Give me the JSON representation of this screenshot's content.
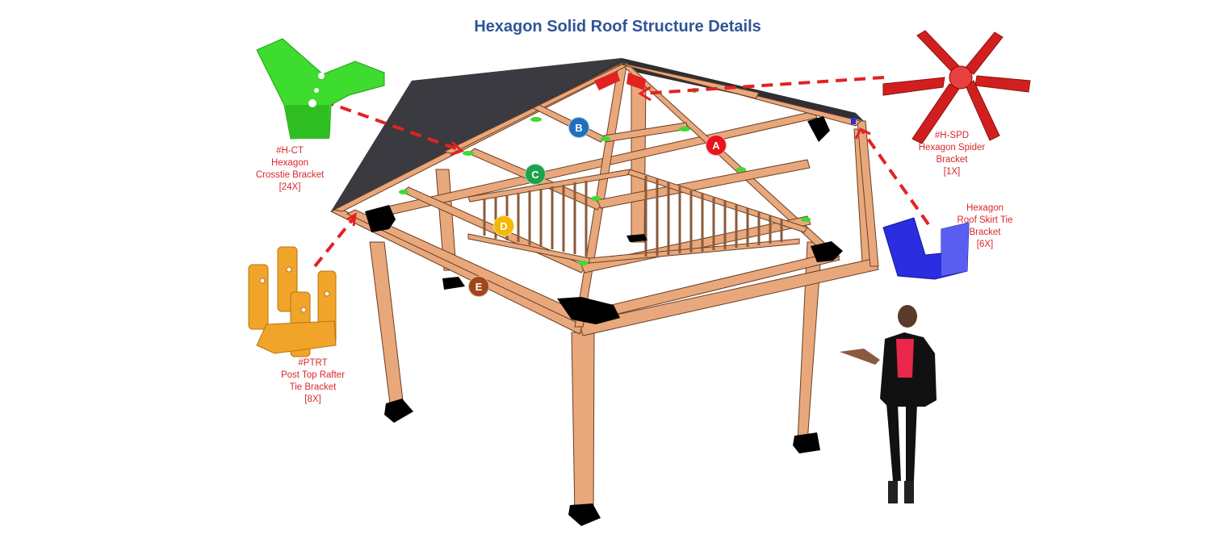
{
  "title": "Hexagon Solid Roof Structure Details",
  "colors": {
    "title": "#2f5597",
    "label": "#d9262c",
    "wood": "#e8a87c",
    "wood_edge": "#6b3d22",
    "roof": "#34343a",
    "arrow": "#e32222"
  },
  "callouts": [
    {
      "id": "h-ct",
      "code": "#H-CT",
      "name_lines": [
        "Hexagon",
        "Crosstie Bracket"
      ],
      "qty": "[24X]",
      "part_color": "#3ddc2e"
    },
    {
      "id": "h-spd",
      "code": "#H-SPD",
      "name_lines": [
        "Hexagon Spider",
        "Bracket"
      ],
      "qty": "[1X]",
      "part_color": "#d11f1f"
    },
    {
      "id": "roof-skirt-tie",
      "code": "",
      "name_lines": [
        "Hexagon",
        "Roof Skirt Tie",
        "Bracket"
      ],
      "qty": "[6X]",
      "part_color": "#2a2ee0"
    },
    {
      "id": "ptrt",
      "code": "#PTRT",
      "name_lines": [
        "Post Top Rafter",
        "Tie Bracket"
      ],
      "qty": "[8X]",
      "part_color": "#f0a52a"
    }
  ],
  "markers": [
    {
      "label": "A",
      "color": "#e8141c"
    },
    {
      "label": "B",
      "color": "#1f6fba"
    },
    {
      "label": "C",
      "color": "#1aa34a"
    },
    {
      "label": "D",
      "color": "#f5b800"
    },
    {
      "label": "E",
      "color": "#a0461a"
    }
  ]
}
